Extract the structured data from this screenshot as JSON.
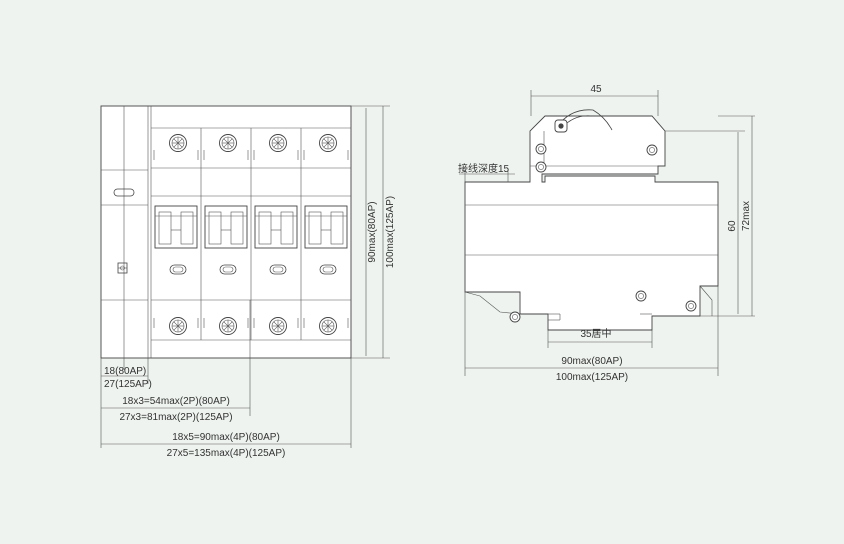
{
  "front_view": {
    "poles": 4,
    "dim_pole_width_80": "18(80AP)",
    "dim_pole_width_125": "27(125AP)",
    "dim_2p_80": "18x3=54max(2P)(80AP)",
    "dim_2p_125": "27x3=81max(2P)(125AP)",
    "dim_4p_80": "18x5=90max(4P)(80AP)",
    "dim_4p_125": "27x5=135max(4P)(125AP)",
    "dim_height_80": "90max(80AP)",
    "dim_height_125": "100max(125AP)"
  },
  "side_view": {
    "dim_top": "45",
    "dim_wiring_depth": "接线深度15",
    "dim_60": "60",
    "dim_72": "72max",
    "dim_rail": "35居中",
    "dim_depth_80": "90max(80AP)",
    "dim_depth_125": "100max(125AP)"
  },
  "colors": {
    "background": "#eef3ef",
    "line": "#444444",
    "body": "#ffffff"
  }
}
